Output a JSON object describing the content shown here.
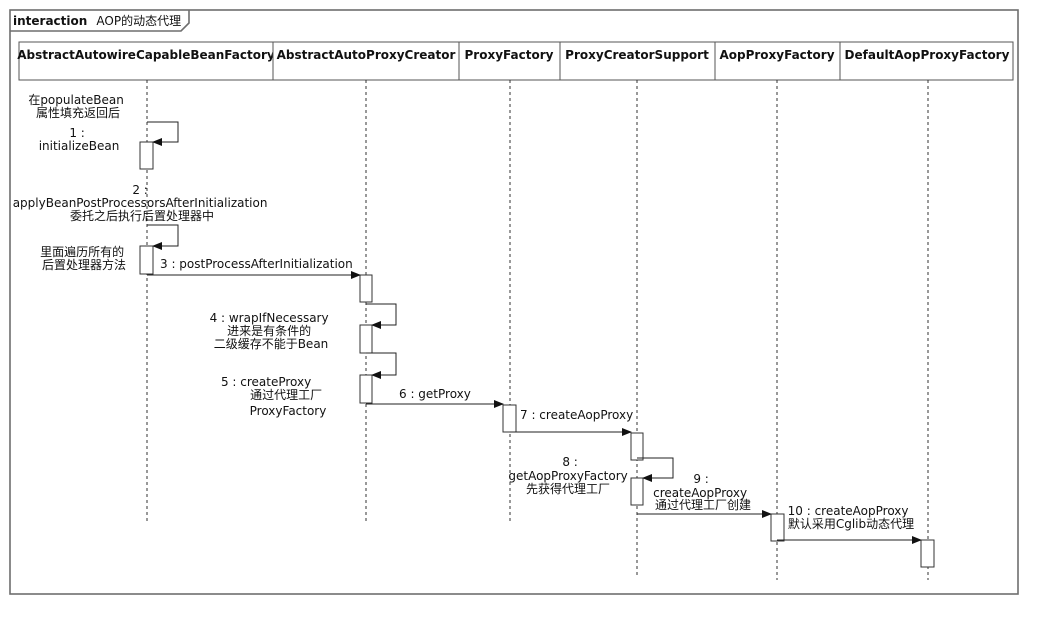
{
  "frame": {
    "keyword": "interaction",
    "name": "AOP的动态代理"
  },
  "participants": [
    {
      "id": "p1",
      "label": "AbstractAutowireCapableBeanFactory"
    },
    {
      "id": "p2",
      "label": "AbstractAutoProxyCreator"
    },
    {
      "id": "p3",
      "label": "ProxyFactory"
    },
    {
      "id": "p4",
      "label": "ProxyCreatorSupport"
    },
    {
      "id": "p5",
      "label": "AopProxyFactory"
    },
    {
      "id": "p6",
      "label": "DefaultAopProxyFactory"
    }
  ],
  "notes": {
    "n1": [
      "在populateBean",
      "属性填充返回后"
    ],
    "n2": [
      "里面遍历所有的",
      "后置处理器方法"
    ]
  },
  "messages": {
    "m1": [
      "1 :",
      "initializeBean"
    ],
    "m2": [
      "2 :",
      "applyBeanPostProcessorsAfterInitialization",
      "委托之后执行后置处理器中"
    ],
    "m3": [
      "3 : postProcessAfterInitialization"
    ],
    "m4": [
      "4 : wrapIfNecessary",
      "进来是有条件的",
      "二级缓存不能于Bean"
    ],
    "m5": [
      "5 : createProxy",
      "通过代理工厂",
      "ProxyFactory"
    ],
    "m6": [
      "6 : getProxy"
    ],
    "m7": [
      "7 : createAopProxy"
    ],
    "m8": [
      "8 :",
      "getAopProxyFactory",
      "先获得代理工厂"
    ],
    "m9": [
      "9 :",
      "createAopProxy",
      "通过代理工厂创建"
    ],
    "m10": [
      "10 : createAopProxy",
      "默认采用Cglib动态代理"
    ]
  }
}
